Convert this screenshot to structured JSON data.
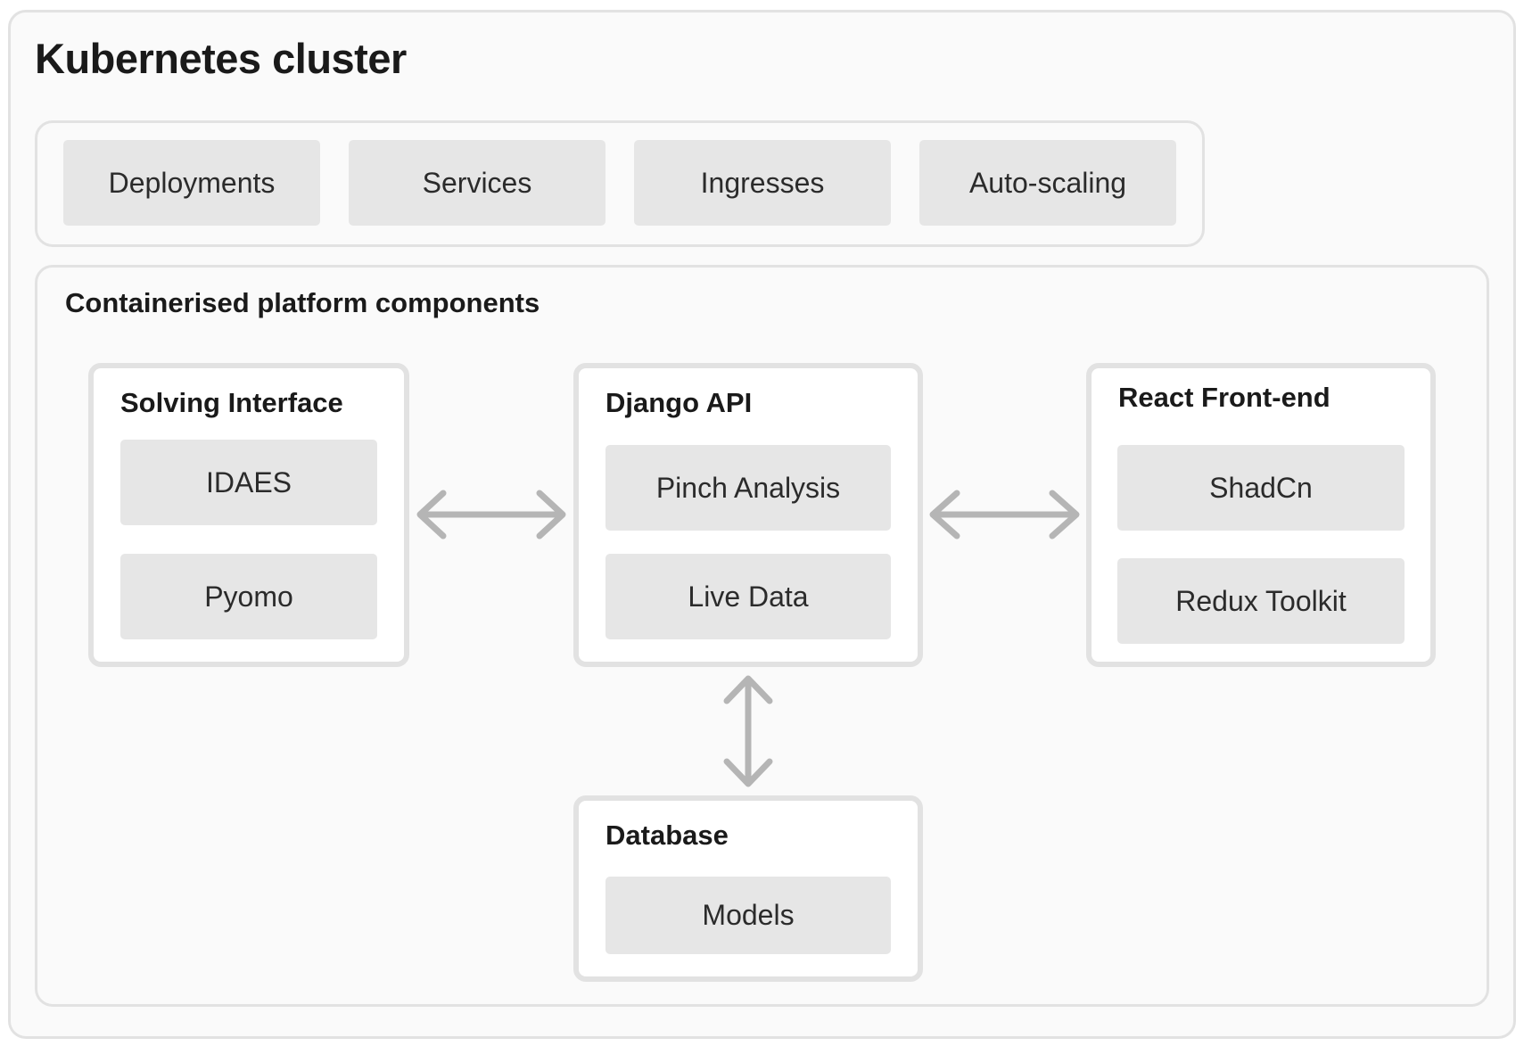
{
  "cluster": {
    "title": "Kubernetes cluster"
  },
  "resources": [
    "Deployments",
    "Services",
    "Ingresses",
    "Auto-scaling"
  ],
  "components": {
    "title": "Containerised platform components",
    "solving_interface": {
      "title": "Solving Interface",
      "items": [
        "IDAES",
        "Pyomo"
      ]
    },
    "django_api": {
      "title": "Django API",
      "items": [
        "Pinch Analysis",
        "Live Data"
      ]
    },
    "react_frontend": {
      "title": "React Front-end",
      "items": [
        "ShadCn",
        "Redux Toolkit"
      ]
    },
    "database": {
      "title": "Database",
      "items": [
        "Models"
      ]
    }
  },
  "colors": {
    "border": "#e2e2e2",
    "chip": "#e6e6e6",
    "arrow": "#b5b5b5",
    "background": "#fafafa"
  }
}
